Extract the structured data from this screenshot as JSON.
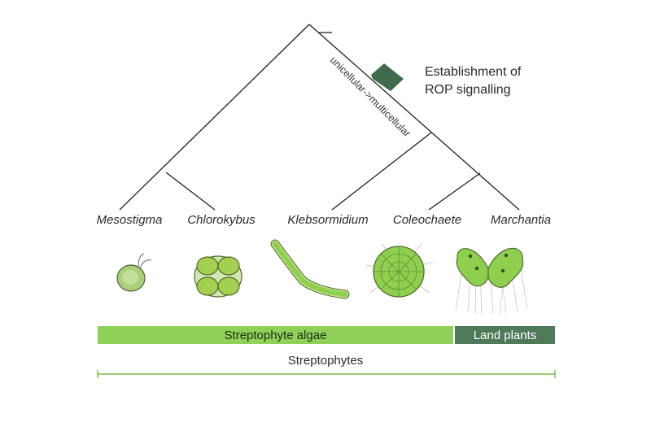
{
  "tree": {
    "taxa": [
      "Mesostigma",
      "Chlorokybus",
      "Klebsormidium",
      "Coleochaete",
      "Marchantia"
    ],
    "event_label": [
      "Establishment of",
      "ROP signalling"
    ],
    "transition_label": "unicellular->multicellular"
  },
  "groups": {
    "algae": "Streptophyte algae",
    "land": "Land plants",
    "all": "Streptophytes"
  },
  "colors": {
    "algae_bar": "#8fd158",
    "land_bar": "#4f7a5a",
    "marker": "#3e6b49",
    "organism_fill": "#8ecf4f",
    "line": "#7ac043"
  }
}
